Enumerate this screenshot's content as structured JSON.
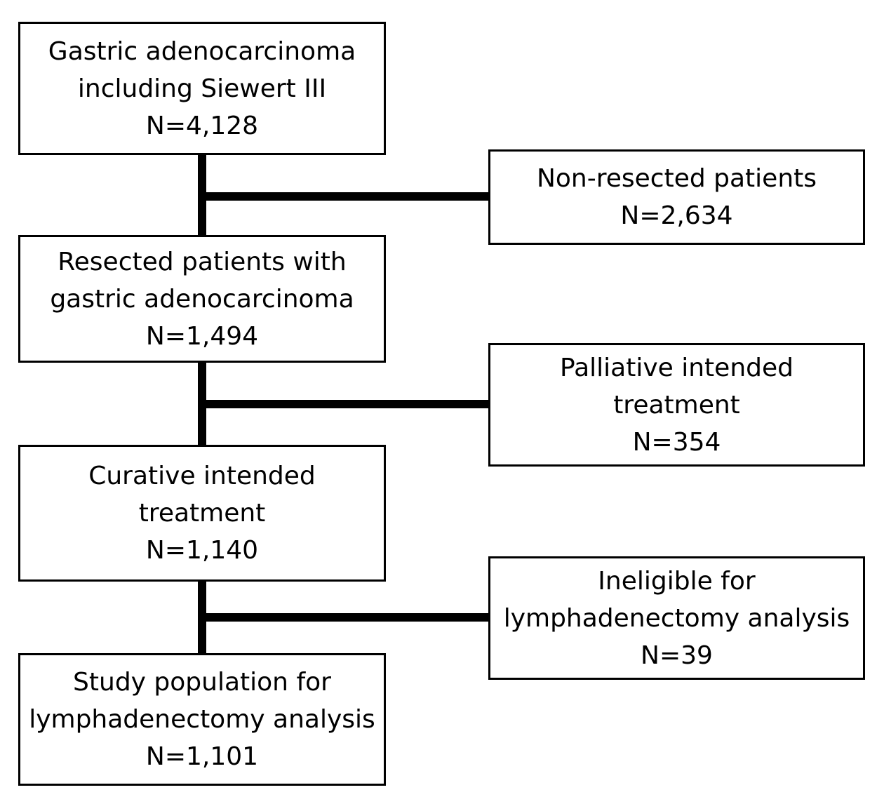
{
  "main_boxes": [
    {
      "lines": [
        "Gastric adenocarcinoma",
        "including Siewert III",
        "N=4,128"
      ]
    },
    {
      "lines": [
        "Resected patients with",
        "gastric adenocarcinoma",
        "N=1,494"
      ]
    },
    {
      "lines": [
        "Curative intended",
        "treatment",
        "N=1,140"
      ]
    },
    {
      "lines": [
        "Study population for",
        "lymphadenectomy analysis",
        "N=1,101"
      ]
    }
  ],
  "exclusion_boxes": [
    {
      "lines": [
        "Non-resected patients",
        "N=2,634"
      ]
    },
    {
      "lines": [
        "Palliative intended",
        "treatment",
        "N=354"
      ]
    },
    {
      "lines": [
        "Ineligible for",
        "lymphadenectomy analysis",
        "N=39"
      ]
    }
  ]
}
